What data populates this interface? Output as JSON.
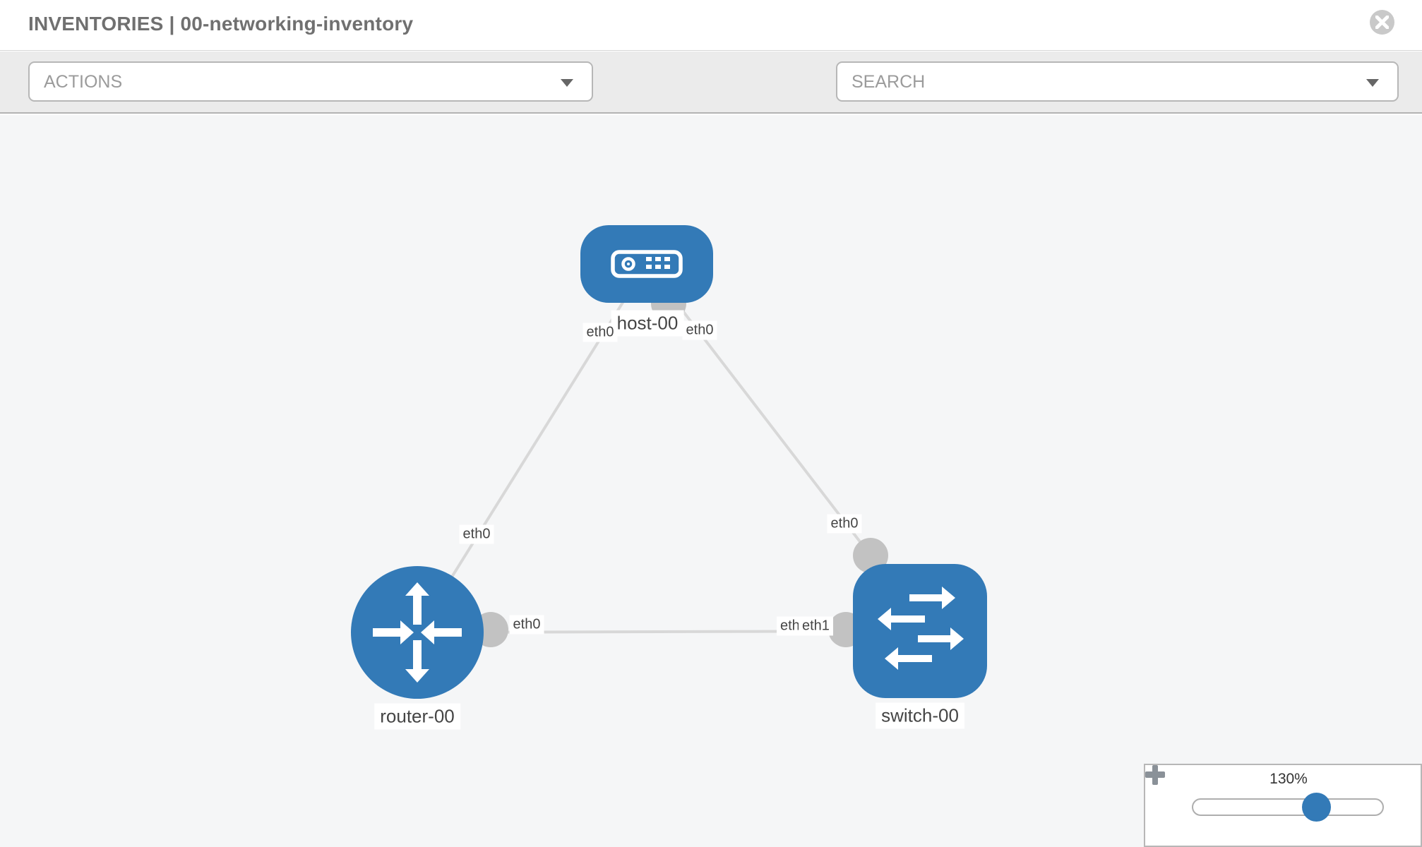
{
  "header": {
    "title": "INVENTORIES | 00-networking-inventory"
  },
  "toolbar": {
    "actions_label": "ACTIONS",
    "search_label": "SEARCH",
    "icons": [
      "wrench-icon",
      "key-icon"
    ]
  },
  "canvas": {
    "nodes": {
      "host": {
        "label": "host-00",
        "type": "host"
      },
      "router": {
        "label": "router-00",
        "type": "router"
      },
      "switch": {
        "label": "switch-00",
        "type": "switch"
      }
    },
    "links": [
      {
        "source": "host-00",
        "target": "router-00"
      },
      {
        "source": "host-00",
        "target": "switch-00"
      },
      {
        "source": "router-00",
        "target": "switch-00"
      }
    ],
    "interfaces": {
      "host_to_router": "eth0",
      "router_to_host": "eth0",
      "host_to_switch": "eth0",
      "switch_to_host": "eth0",
      "router_to_switch": "eth0",
      "switch_to_router_back": "eth0",
      "switch_to_router_front": "eth1"
    }
  },
  "zoom": {
    "level": "130%"
  },
  "colors": {
    "node_blue": "#337ab7",
    "link_gray": "#d8d8d8",
    "port_gray": "#c2c2c2",
    "icon_gray": "#8a9198",
    "toolbar_bg": "#ebebeb",
    "canvas_bg": "#f5f6f7"
  }
}
